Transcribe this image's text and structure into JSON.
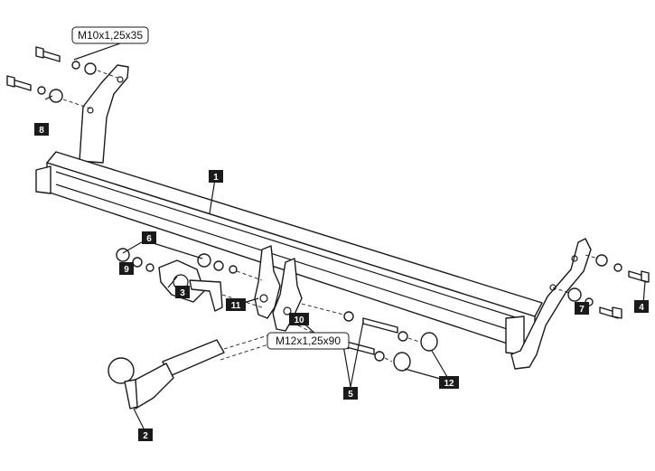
{
  "callouts": {
    "bolt_m10": "M10x1,25x35",
    "bolt_m12": "M12x1,25x90"
  },
  "parts": {
    "p1": "1",
    "p2": "2",
    "p3": "3",
    "p4": "4",
    "p5": "5",
    "p6": "6",
    "p7": "7",
    "p8": "8",
    "p9": "9",
    "p10": "10",
    "p11": "11",
    "p12": "12"
  },
  "colors": {
    "badge_fill": "#1a1a1a",
    "line": "#1a1a1a",
    "background": "#ffffff"
  }
}
